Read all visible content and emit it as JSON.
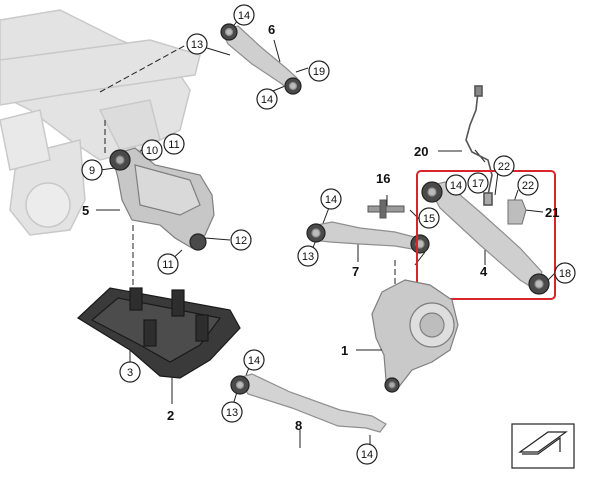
{
  "diagram": {
    "colors": {
      "frame": "#e3e3e3",
      "frame_stroke": "#c9c9c9",
      "part_fill": "#cfcfcf",
      "part_stroke": "#8f8f8f",
      "dark_part": "#3a3a3a",
      "highlight": "#d9242c",
      "line": "#222222"
    },
    "callouts": {
      "c14_top": "14",
      "c13_top": "13",
      "c19": "19",
      "c14_arm6": "14",
      "c9": "9",
      "c10": "10",
      "c11_top": "11",
      "c12": "12",
      "c11_bottom": "11",
      "c14_mid": "14",
      "c13_mid": "13",
      "c15": "15",
      "c14_box": "14",
      "c17": "17",
      "c22_top": "22",
      "c22_right": "22",
      "c18": "18",
      "c3": "3",
      "c14_low": "14",
      "c13_low": "13",
      "c14_bottom": "14"
    },
    "labels": {
      "n6": "6",
      "n5": "5",
      "n16": "16",
      "n20": "20",
      "n21": "21",
      "n7": "7",
      "n4": "4",
      "n1": "1",
      "n2": "2",
      "n8": "8"
    }
  }
}
